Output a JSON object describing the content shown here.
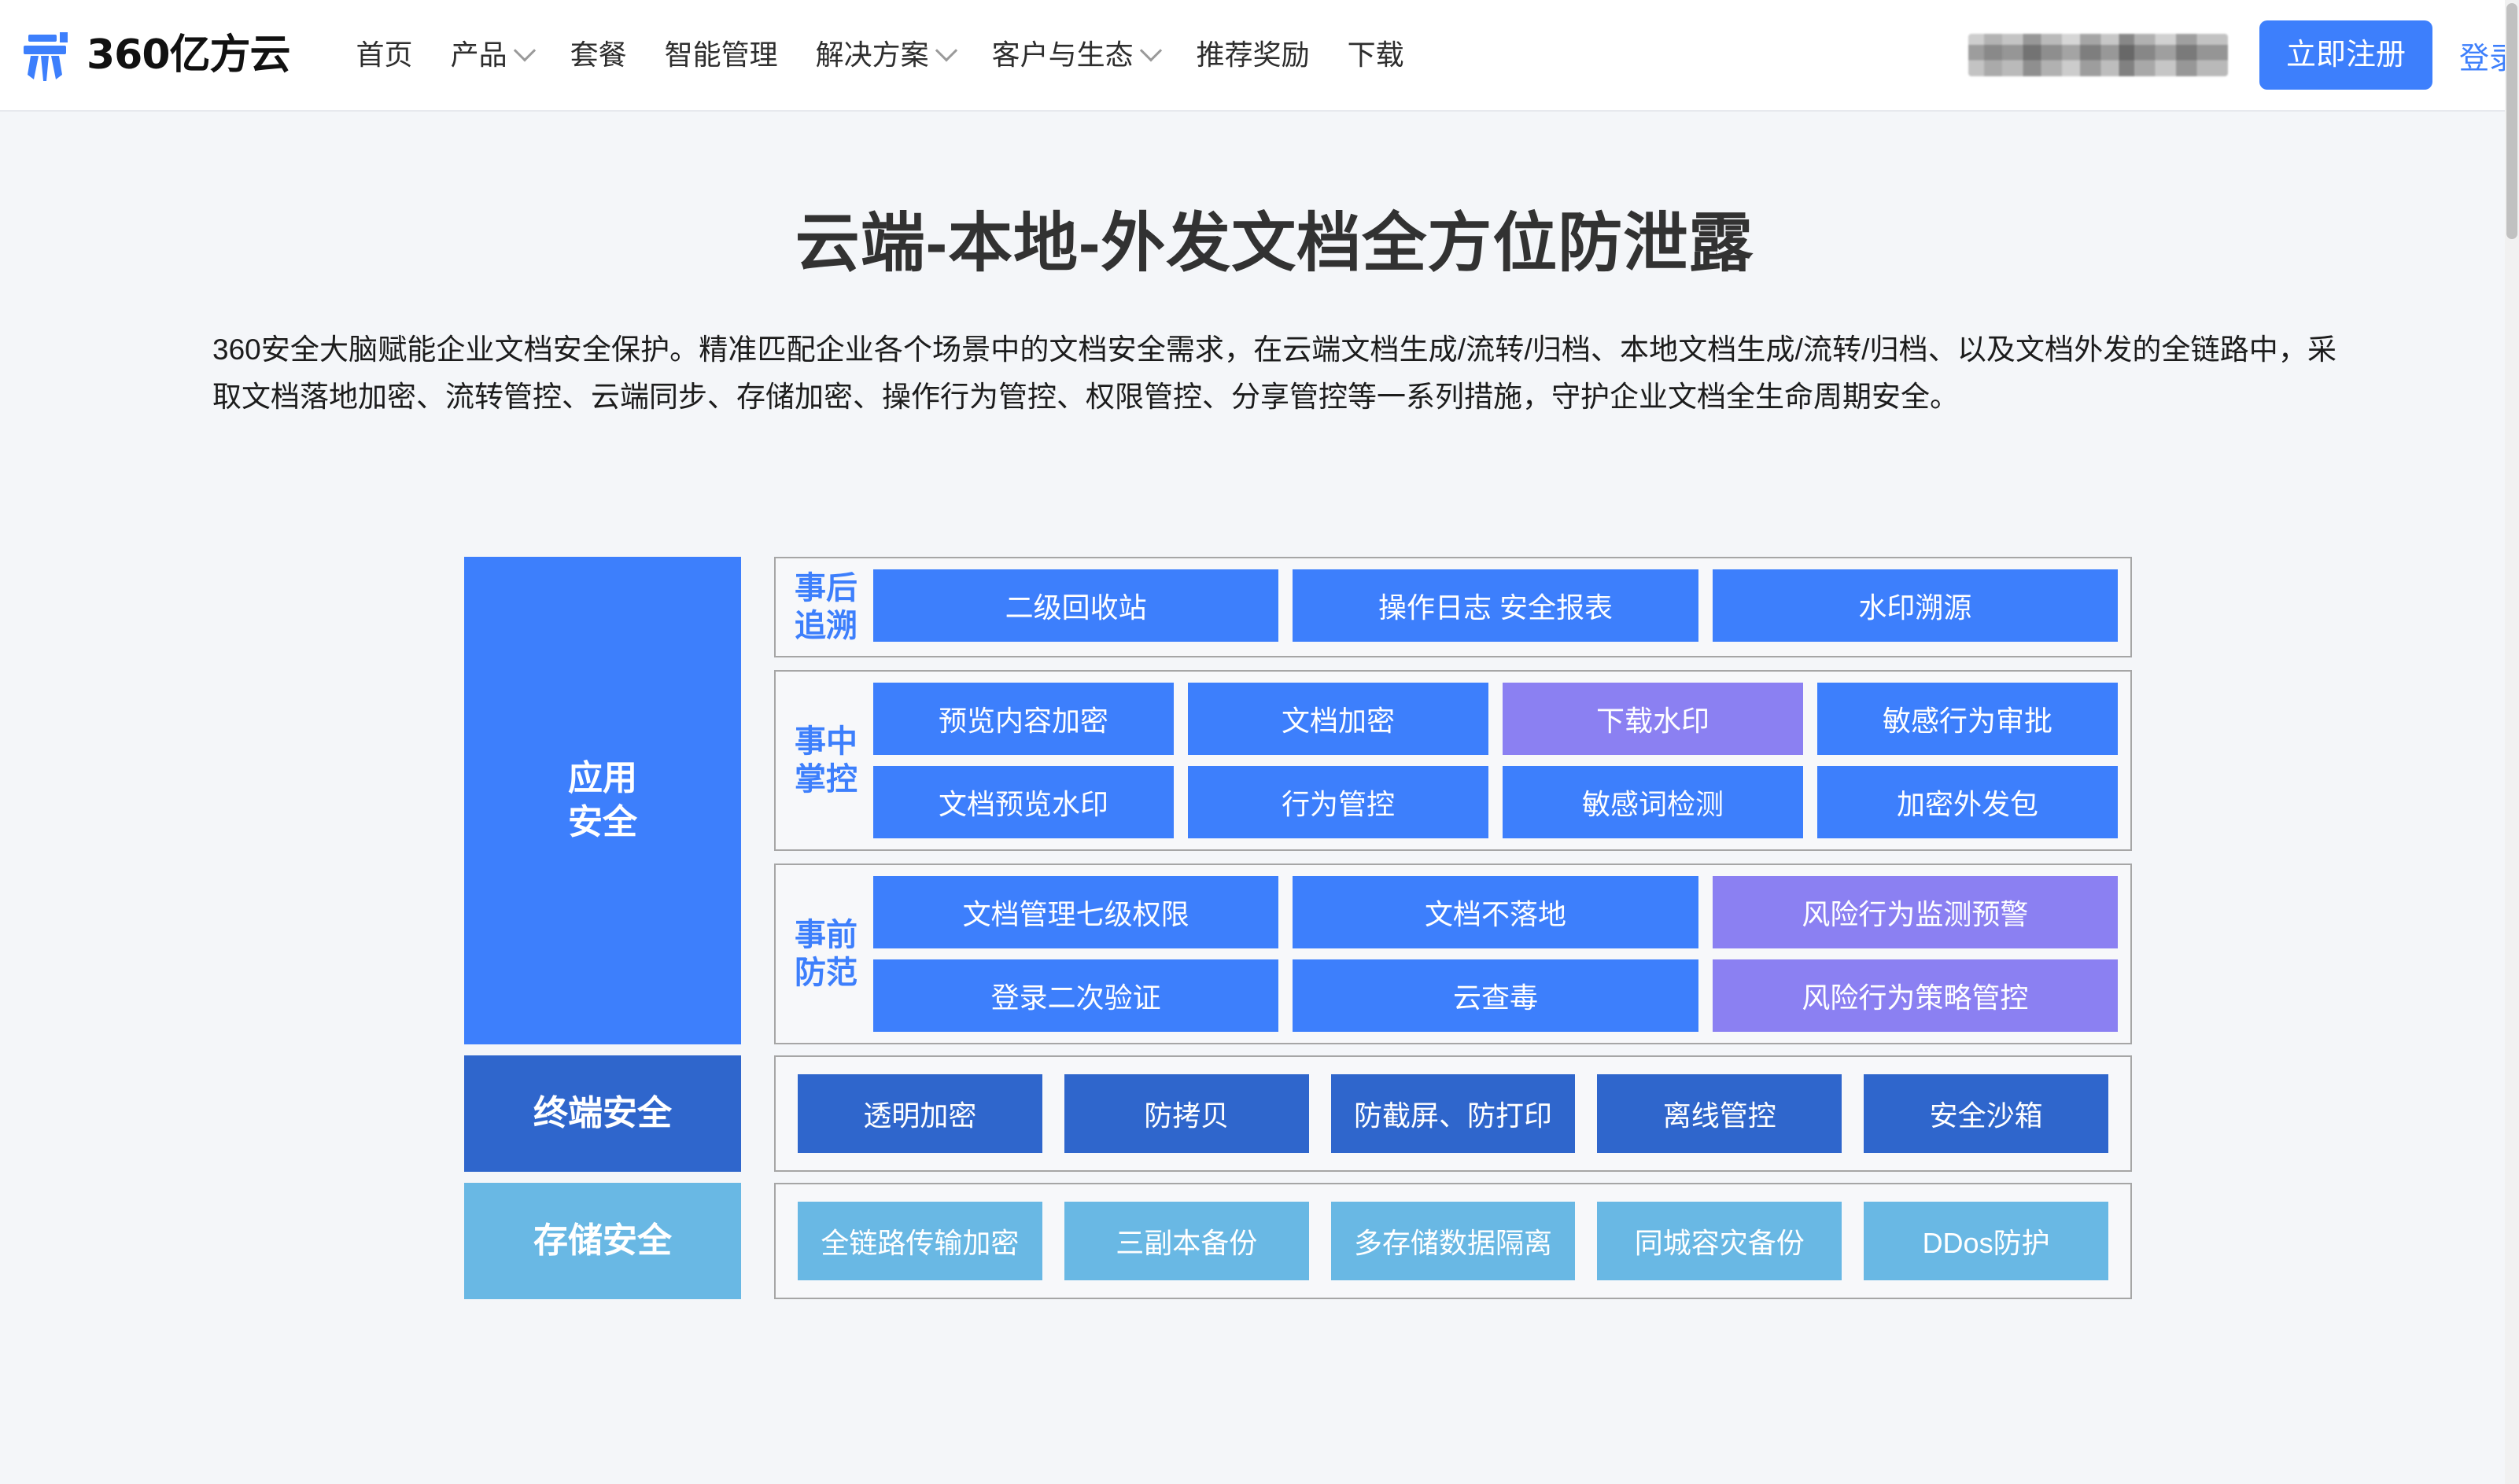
{
  "header": {
    "logo_text": "360亿方云",
    "logo_icon": "yifangyun-logo-icon",
    "nav": [
      {
        "label": "首页",
        "caret": false
      },
      {
        "label": "产品",
        "caret": true
      },
      {
        "label": "套餐",
        "caret": false
      },
      {
        "label": "智能管理",
        "caret": false
      },
      {
        "label": "解决方案",
        "caret": true
      },
      {
        "label": "客户与生态",
        "caret": true
      },
      {
        "label": "推荐奖励",
        "caret": false
      },
      {
        "label": "下载",
        "caret": false
      }
    ],
    "masked_contact": "",
    "register_label": "立即注册",
    "login_label": "登录"
  },
  "main": {
    "title": "云端-本地-外发文档全方位防泄露",
    "description": "360安全大脑赋能企业文档安全保护。精准匹配企业各个场景中的文档安全需求，在云端文档生成/流转/归档、本地文档生成/流转/归档、以及文档外发的全链路中，采取文档落地加密、流转管控、云端同步、存储加密、操作行为管控、权限管控、分享管控等一系列措施，守护企业文档全生命周期安全。"
  },
  "diagram": {
    "layers": [
      {
        "name": "应用安全",
        "label": "应用\n安全",
        "label_color": "#3d7ffc",
        "groups": [
          {
            "label": "事后\n追溯",
            "rows": [
              [
                {
                  "text": "二级回收站",
                  "color": "blue"
                },
                {
                  "text": "操作日志  安全报表",
                  "color": "blue"
                },
                {
                  "text": "水印溯源",
                  "color": "blue"
                }
              ]
            ]
          },
          {
            "label": "事中\n掌控",
            "rows": [
              [
                {
                  "text": "预览内容加密",
                  "color": "blue"
                },
                {
                  "text": "文档加密",
                  "color": "blue"
                },
                {
                  "text": "下载水印",
                  "color": "purple"
                },
                {
                  "text": "敏感行为审批",
                  "color": "blue"
                }
              ],
              [
                {
                  "text": "文档预览水印",
                  "color": "blue"
                },
                {
                  "text": "行为管控",
                  "color": "blue"
                },
                {
                  "text": "敏感词检测",
                  "color": "blue"
                },
                {
                  "text": "加密外发包",
                  "color": "blue"
                }
              ]
            ]
          },
          {
            "label": "事前\n防范",
            "rows": [
              [
                {
                  "text": "文档管理七级权限",
                  "color": "blue"
                },
                {
                  "text": "文档不落地",
                  "color": "blue"
                },
                {
                  "text": "风险行为监测预警",
                  "color": "purple"
                }
              ],
              [
                {
                  "text": "登录二次验证",
                  "color": "blue"
                },
                {
                  "text": "云查毒",
                  "color": "blue"
                },
                {
                  "text": "风险行为策略管控",
                  "color": "purple"
                }
              ]
            ]
          }
        ]
      },
      {
        "name": "终端安全",
        "label": "终端安全",
        "label_color": "#2f66cc",
        "tiles": [
          {
            "text": "透明加密",
            "color": "darkblue"
          },
          {
            "text": "防拷贝",
            "color": "darkblue"
          },
          {
            "text": "防截屏、防打印",
            "color": "darkblue"
          },
          {
            "text": "离线管控",
            "color": "darkblue"
          },
          {
            "text": "安全沙箱",
            "color": "darkblue"
          }
        ]
      },
      {
        "name": "存储安全",
        "label": "存储安全",
        "label_color": "#69b8e4",
        "tiles": [
          {
            "text": "全链路传输加密",
            "color": "lightblue"
          },
          {
            "text": "三副本备份",
            "color": "lightblue"
          },
          {
            "text": "多存储数据隔离",
            "color": "lightblue"
          },
          {
            "text": "同城容灾备份",
            "color": "lightblue"
          },
          {
            "text": "DDos防护",
            "color": "lightblue"
          }
        ]
      }
    ]
  },
  "colors": {
    "accent_blue": "#3d7ffc",
    "dark_blue": "#2f66cc",
    "light_blue": "#69b8e4",
    "purple": "#8b80f2",
    "page_bg": "#f4f6f9"
  }
}
